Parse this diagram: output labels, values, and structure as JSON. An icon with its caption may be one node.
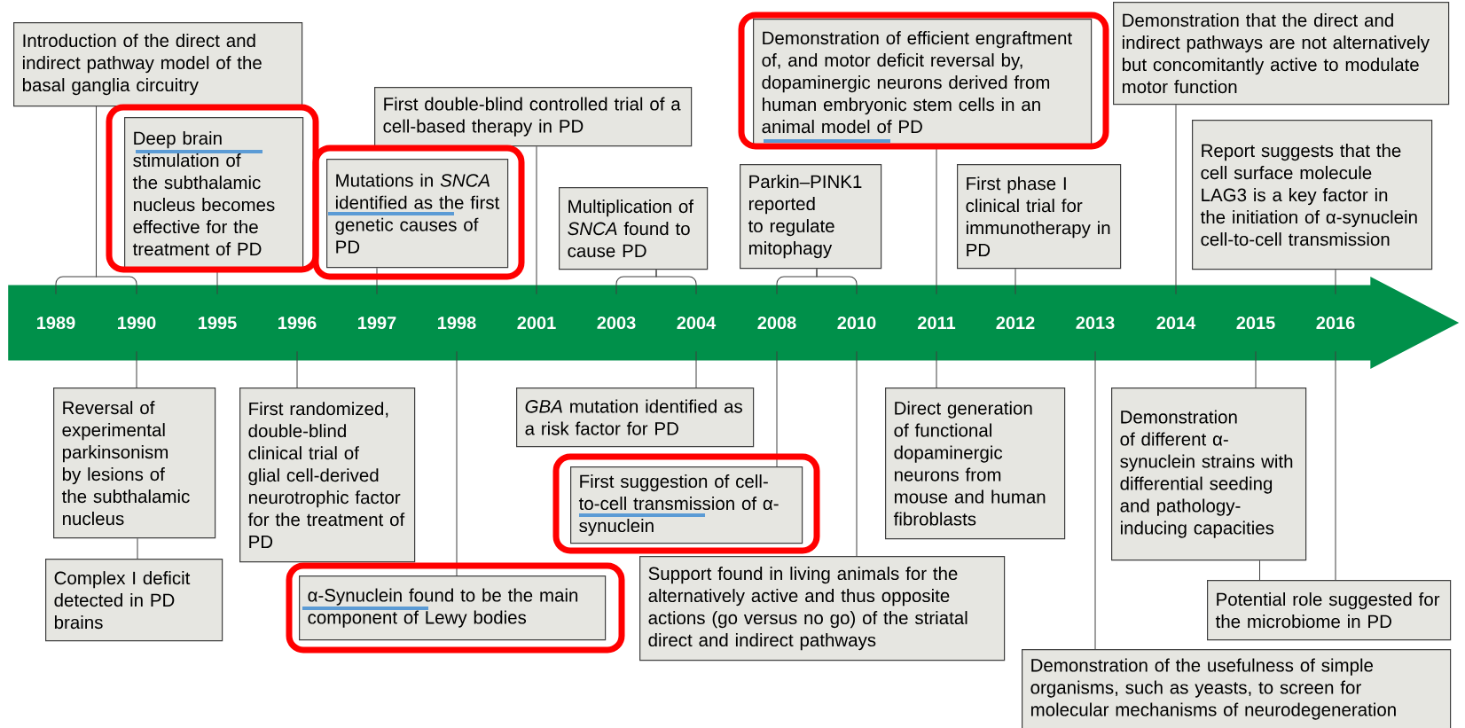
{
  "diagram": {
    "nodes": [
      {
        "text": [
          "Introduction of the direct and indirect pathway model of the basal ganglia circuitry"
        ]
      },
      {
        "text": [
          "Deep brain stimulation of the subthalamic nucleus becomes effective for the treatment of PD"
        ]
      },
      {
        "text": [
          "Mutations in *SNCA* identified as the first genetic causes of PD"
        ]
      },
      {
        "text": [
          "First double-blind controlled trial of a cell-based therapy in PD"
        ]
      },
      {
        "text": [
          "Multiplication of *SNCA* found to cause PD"
        ]
      },
      {
        "text": [
          "Demonstration of efficient engraftment of, and motor deficit reversal by, dopaminergic neurons derived from human embryonic stem cells in an animal model of PD"
        ]
      },
      {
        "text": [
          "Parkin–PINK1 reported to regulate mitophagy"
        ]
      },
      {
        "text": [
          "First phase I clinical trial for immunotherapy in PD"
        ]
      },
      {
        "text": [
          "Demonstration that the direct and indirect pathways are not alternatively but concomitantly active to modulate motor function"
        ]
      },
      {
        "text": [
          "Report suggests that the cell surface molecule LAG3 is a key factor in the initiation of α-synuclein cell-to-cell transmission"
        ]
      },
      {
        "text": [],
        "shape": "arrow"
      },
      {
        "text": [
          "1989"
        ],
        "in": 10
      },
      {
        "text": [
          "1990"
        ],
        "in": 10
      },
      {
        "text": [
          "1995"
        ],
        "in": 10
      },
      {
        "text": [
          "1996"
        ],
        "in": 10
      },
      {
        "text": [
          "1997"
        ],
        "in": 10
      },
      {
        "text": [
          "1998"
        ],
        "in": 10
      },
      {
        "text": [
          "2001"
        ],
        "in": 10
      },
      {
        "text": [
          "2003"
        ],
        "in": 10
      },
      {
        "text": [
          "2004"
        ],
        "in": 10
      },
      {
        "text": [
          "2008"
        ],
        "in": 10
      },
      {
        "text": [
          "2010"
        ],
        "in": 10
      },
      {
        "text": [
          "2011"
        ],
        "in": 10
      },
      {
        "text": [
          "2012"
        ],
        "in": 10
      },
      {
        "text": [
          "2013"
        ],
        "in": 10
      },
      {
        "text": [
          "2014"
        ],
        "in": 10
      },
      {
        "text": [
          "2015"
        ],
        "in": 10
      },
      {
        "text": [
          "2016"
        ],
        "in": 10
      },
      {
        "text": [
          "Reversal of experimental parkinsonism by lesions of the subthalamic nucleus"
        ]
      },
      {
        "text": [
          "Complex I deficit detected in PD brains"
        ]
      },
      {
        "text": [
          "First randomized, double-blind clinical trial of glial cell-derived neurotrophic factor for the treatment of PD"
        ]
      },
      {
        "text": [
          "α-Synuclein found to be the main component of Lewy bodies"
        ]
      },
      {
        "text": [
          "*GBA* mutation identified as a risk factor for PD"
        ]
      },
      {
        "text": [
          "First suggestion of cell-to-cell transmission of α-synuclein"
        ]
      },
      {
        "text": [
          "Support found in living animals for the alternatively active and thus opposite actions (go versus no go) of the striatal direct and indirect pathways"
        ]
      },
      {
        "text": [
          "Direct generation of functional dopaminergic neurons from mouse and human fibroblasts"
        ]
      },
      {
        "text": [
          "Demonstration of the usefulness of simple organisms, such as yeasts, to screen for molecular mechanisms of neurodegeneration"
        ]
      },
      {
        "text": [
          "Demonstration of different α-synuclein strains with differential seeding and pathology-inducing capacities"
        ]
      },
      {
        "text": [
          "Potential role suggested for the microbiome in PD"
        ]
      }
    ],
    "edges": [
      {
        "from": 0,
        "to": 11,
        "arrow": "none"
      },
      {
        "from": 0,
        "to": 12,
        "arrow": "none"
      },
      {
        "from": 1,
        "to": 13,
        "arrow": "none"
      },
      {
        "from": 2,
        "to": 15,
        "arrow": "none"
      },
      {
        "from": 3,
        "to": 17,
        "arrow": "none"
      },
      {
        "from": 4,
        "to": 18,
        "arrow": "none"
      },
      {
        "from": 4,
        "to": 19,
        "arrow": "none"
      },
      {
        "from": 5,
        "to": 22,
        "arrow": "none"
      },
      {
        "from": 6,
        "to": 20,
        "arrow": "none"
      },
      {
        "from": 6,
        "to": 21,
        "arrow": "none"
      },
      {
        "from": 7,
        "to": 23,
        "arrow": "none"
      },
      {
        "from": 8,
        "to": 25,
        "arrow": "none"
      },
      {
        "from": 9,
        "to": 27,
        "arrow": "none"
      },
      {
        "from": 28,
        "to": 12,
        "arrow": "none"
      },
      {
        "from": 28,
        "to": 29,
        "arrow": "none"
      },
      {
        "from": 30,
        "to": 14,
        "arrow": "none"
      },
      {
        "from": 31,
        "to": 16,
        "arrow": "none"
      },
      {
        "from": 32,
        "to": 19,
        "arrow": "none"
      },
      {
        "from": 33,
        "to": 20,
        "arrow": "none"
      },
      {
        "from": 34,
        "to": 21,
        "arrow": "none"
      },
      {
        "from": 35,
        "to": 22,
        "arrow": "none"
      },
      {
        "from": 36,
        "to": 24,
        "arrow": "none"
      },
      {
        "from": 37,
        "to": 26,
        "arrow": "none"
      },
      {
        "from": 37,
        "to": 38,
        "arrow": "none"
      },
      {
        "from": 38,
        "to": 27,
        "arrow": "none"
      }
    ]
  }
}
